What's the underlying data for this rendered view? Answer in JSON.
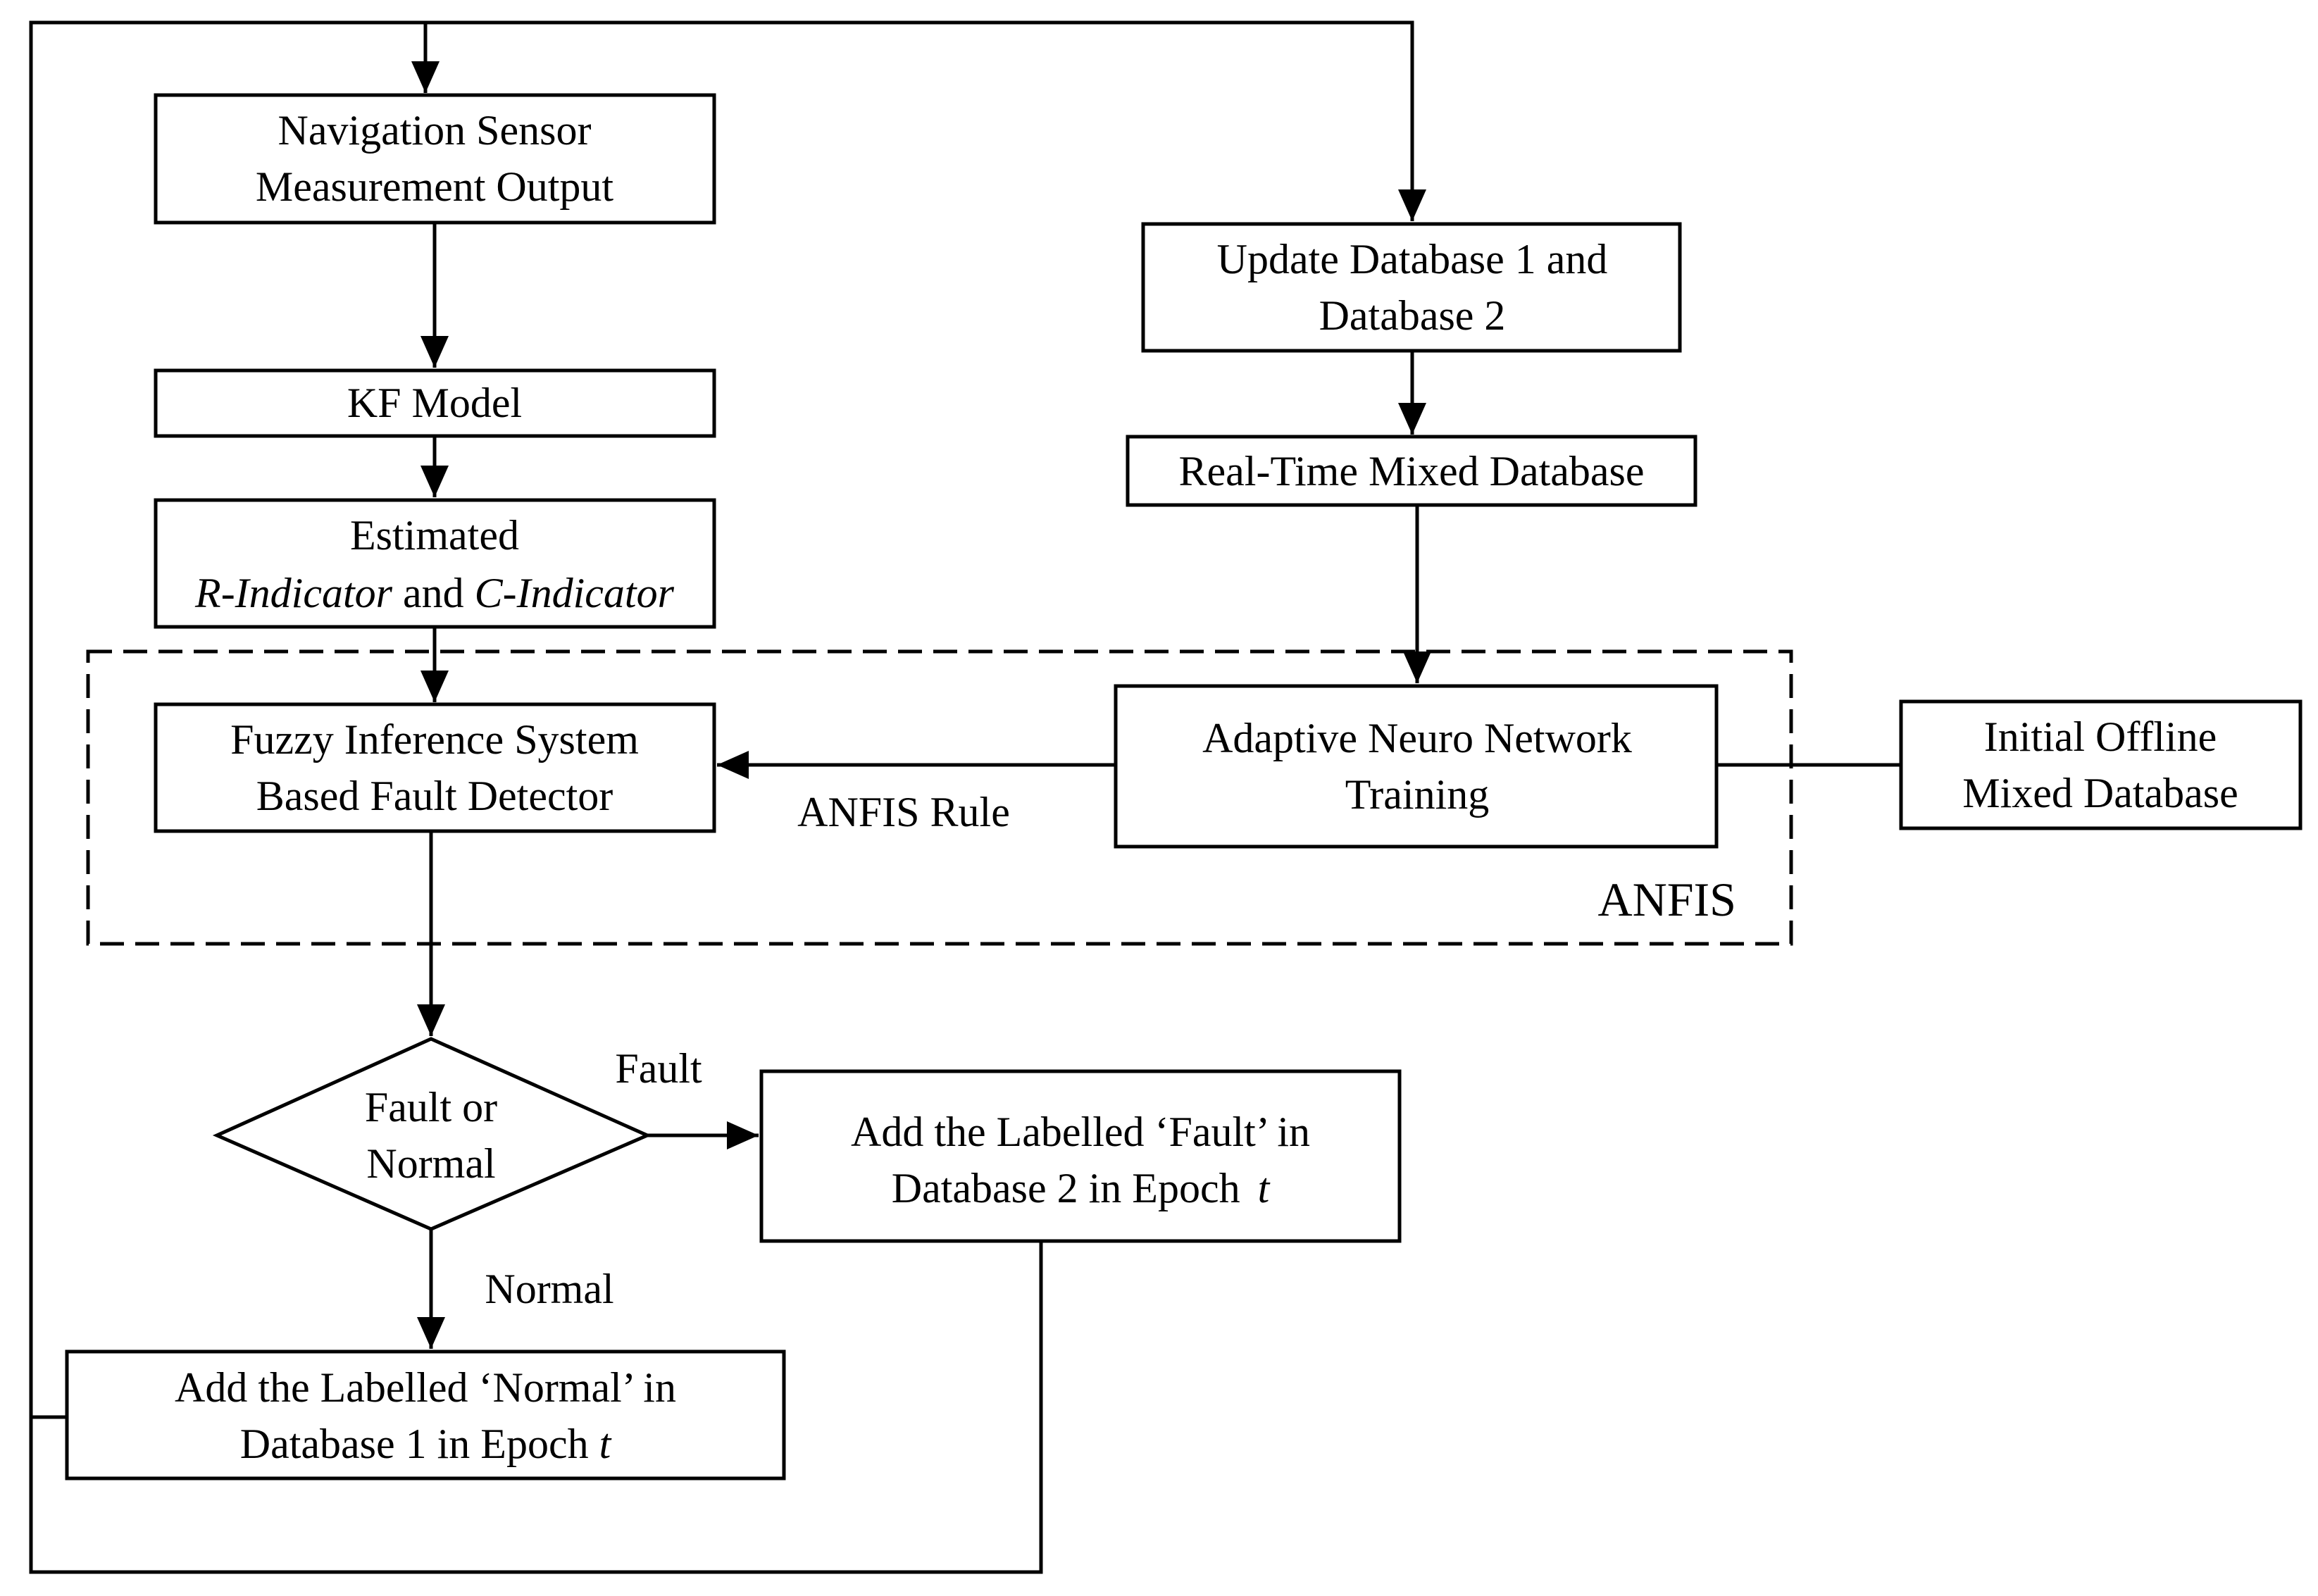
{
  "nodes": {
    "nav_sensor": {
      "line1": "Navigation Sensor",
      "line2": "Measurement Output"
    },
    "kf_model": {
      "text": "KF Model"
    },
    "estimated": {
      "line1": "Estimated",
      "line2_part1": "R-Indicator",
      "line2_part2": " and ",
      "line2_part3": "C-Indicator"
    },
    "fuzzy": {
      "line1": "Fuzzy Inference System",
      "line2": "Based Fault Detector"
    },
    "decision": {
      "line1": "Fault or",
      "line2": "Normal"
    },
    "add_fault": {
      "line1": "Add the Labelled ‘Fault’ in",
      "line2_part1": "Database 2 in Epoch ",
      "line2_part2": "t"
    },
    "add_normal": {
      "line1": "Add the Labelled ‘Normal’ in",
      "line2_part1": "Database 1 in Epoch ",
      "line2_part2": "t"
    },
    "update_db": {
      "line1": "Update  Database 1 and",
      "line2": "Database 2"
    },
    "realtime_db": {
      "text": "Real-Time Mixed Database"
    },
    "anfis_training": {
      "line1": "Adaptive Neuro Network",
      "line2": "Training"
    },
    "offline_db": {
      "line1": "Initial Offline",
      "line2": "Mixed Database"
    }
  },
  "labels": {
    "anfis_rule": "ANFIS Rule",
    "anfis_group": "ANFIS",
    "fault": "Fault",
    "normal": "Normal"
  }
}
